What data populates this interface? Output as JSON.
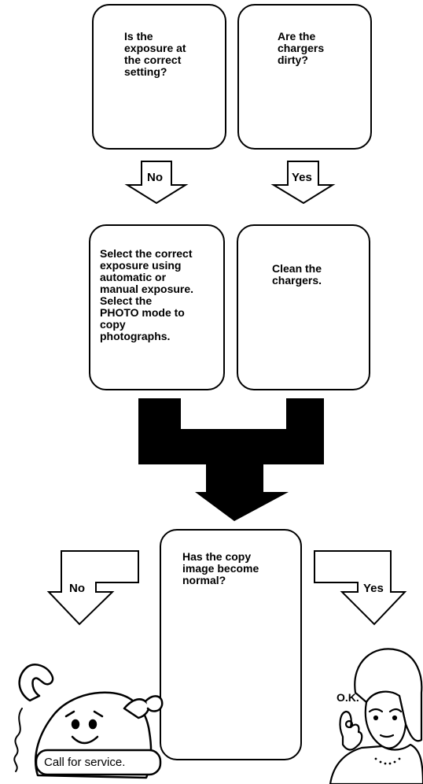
{
  "flowchart": {
    "question_exposure": "Is the\nexposure at\nthe correct\nsetting?",
    "question_chargers": "Are the\nchargers\ndirty?",
    "arrow_no_1": "No",
    "arrow_yes_1": "Yes",
    "action_exposure": "Select the correct\nexposure using\nautomatic or\nmanual exposure.\nSelect the\nPHOTO mode to\ncopy\nphotographs.",
    "action_chargers": "Clean the\nchargers.",
    "question_result": "Has the copy\nimage become\nnormal?",
    "arrow_no_2": "No",
    "arrow_yes_2": "Yes",
    "call_for_service": "Call for service.",
    "ok_label": "O.K."
  },
  "colors": {
    "line": "#000000",
    "background": "#ffffff",
    "merge_arrow": "#000000"
  }
}
